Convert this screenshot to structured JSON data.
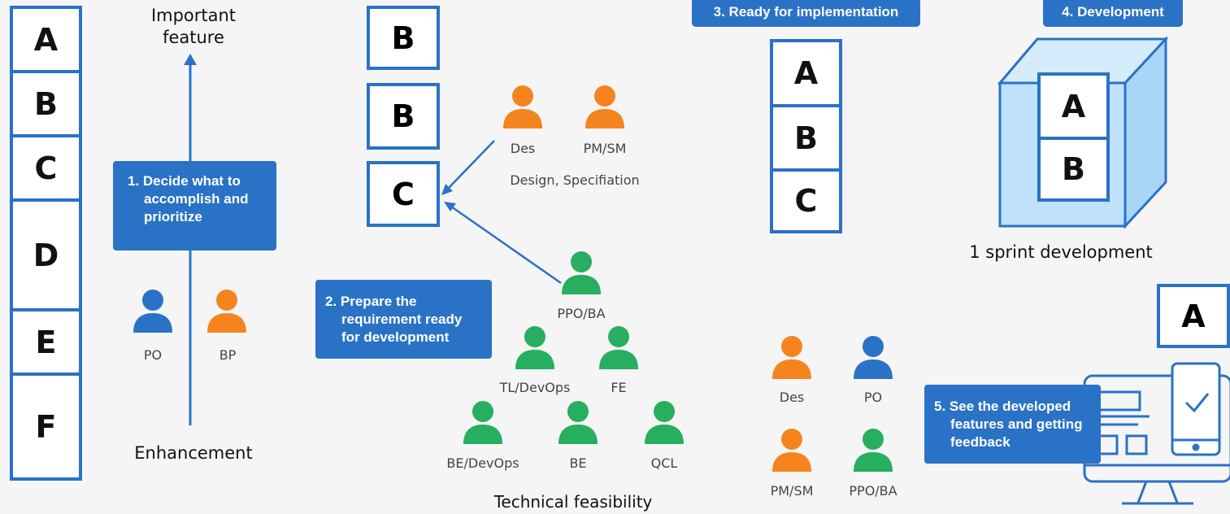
{
  "colors": {
    "accent": "#2a72c6",
    "orange": "#f5841f",
    "green": "#27ae5f",
    "blue": "#2a72c6",
    "dev_box_fill": "#bfe1fb"
  },
  "backlog": {
    "items": [
      "A",
      "B",
      "C",
      "D",
      "E",
      "F"
    ]
  },
  "priority_axis": {
    "top_label": "Important feature",
    "bottom_label": "Enhancement"
  },
  "step1": {
    "text": "1. Decide what to accomplish and prioritize",
    "people": [
      "PO",
      "BP"
    ]
  },
  "refine": {
    "items": [
      "B",
      "B",
      "C"
    ]
  },
  "design_group": {
    "people": [
      "Des",
      "PM/SM"
    ],
    "caption": "Design, Specifiation"
  },
  "step2": {
    "text": "2. Prepare the requirement ready for development"
  },
  "tech_group": {
    "people": [
      "PPO/BA",
      "TL/DevOps",
      "FE",
      "BE/DevOps",
      "BE",
      "QCL"
    ],
    "caption": "Technical feasibility"
  },
  "step3": {
    "label": "3. Ready for implementation",
    "items": [
      "A",
      "B",
      "C"
    ]
  },
  "step4": {
    "label": "4. Development",
    "items": [
      "A",
      "B"
    ],
    "caption": "1 sprint development"
  },
  "review_group": {
    "people": [
      "Des",
      "PO",
      "PM/SM",
      "PPO/BA"
    ]
  },
  "step5": {
    "text": "5. See the developed features and getting feedback",
    "item": "A"
  },
  "icons": [
    "person-icon",
    "arrow-up-icon",
    "arrow-left-icon",
    "cube-icon",
    "monitor-icon",
    "phone-icon",
    "checkmark-icon"
  ]
}
